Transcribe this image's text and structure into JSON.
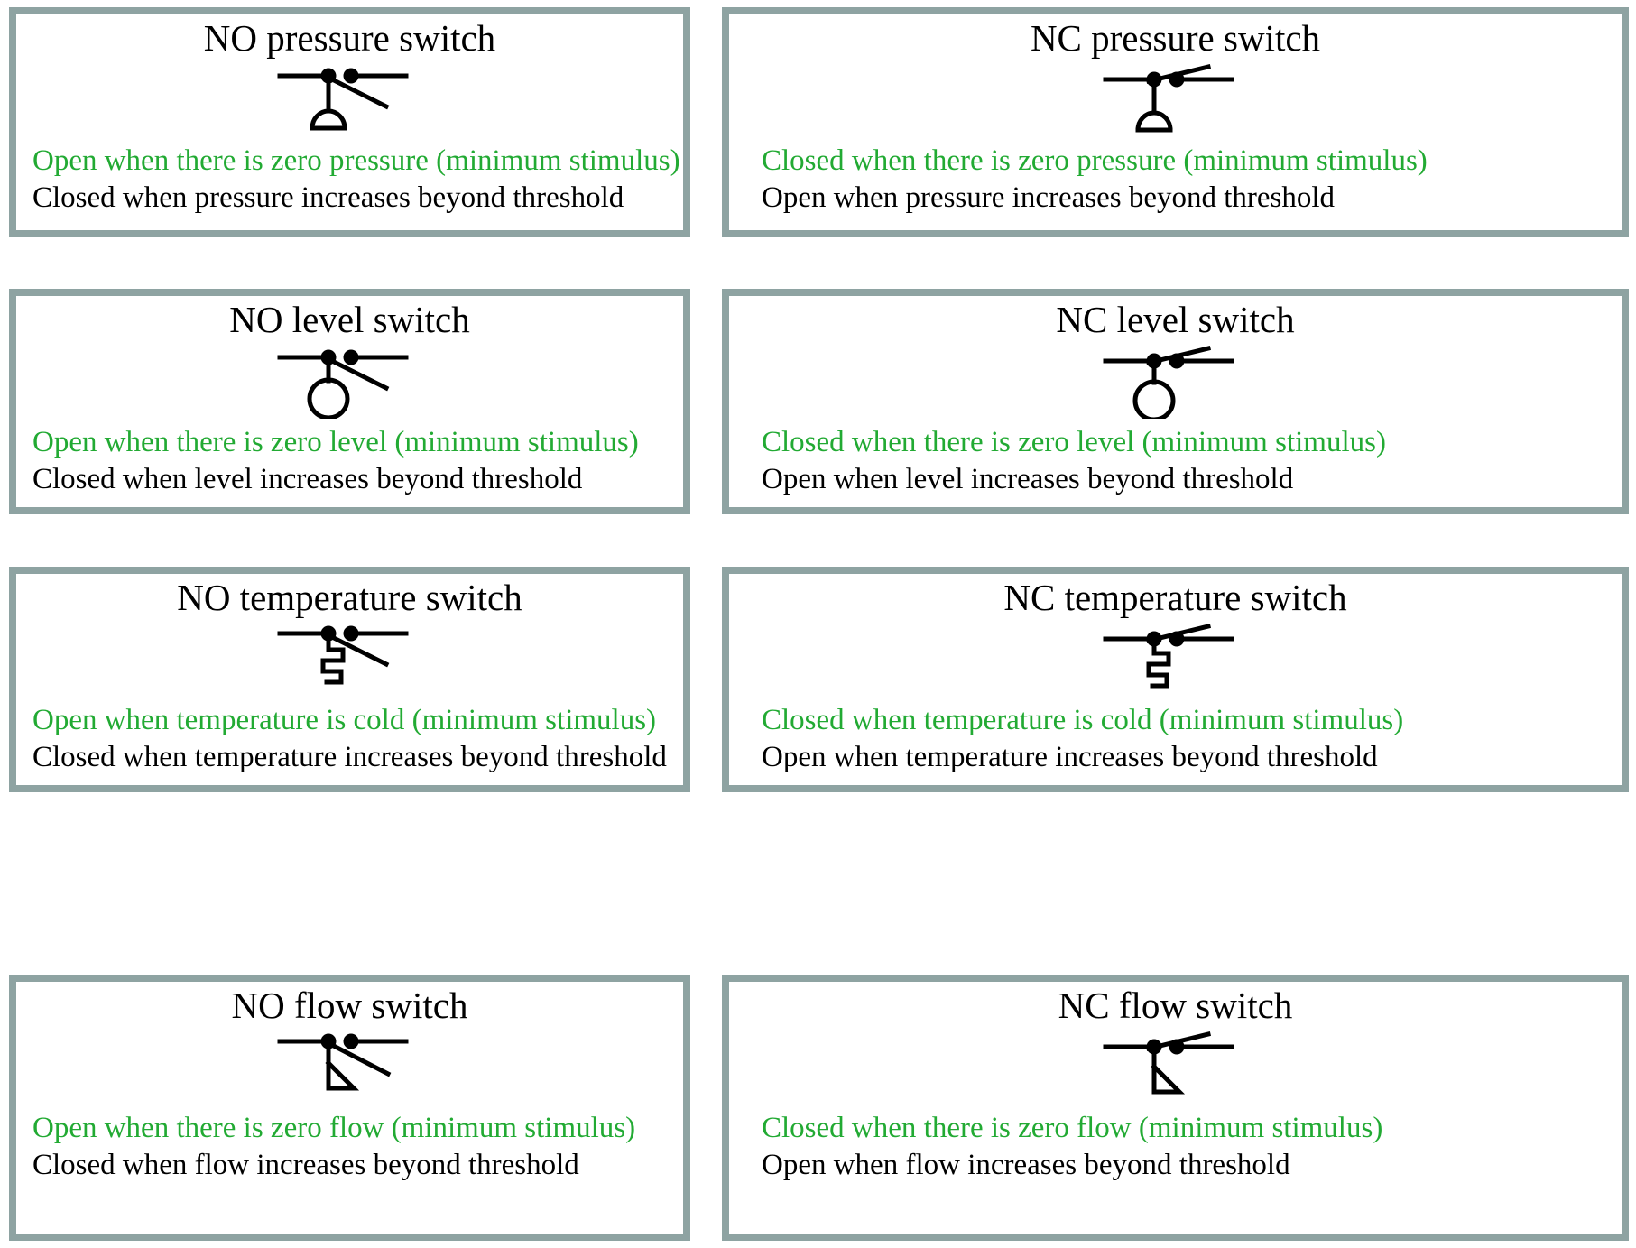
{
  "meta": {
    "figure_type": "process-switch-symbol-reference",
    "border_color": "#8ea3a2",
    "accent_color": "#22aa33",
    "text_color": "#000000"
  },
  "panels": [
    {
      "id": "no-pressure-switch",
      "title": "NO pressure switch",
      "contact_state": "NO",
      "actuator": "pressure-diaphragm-icon",
      "zero_line": "Open when there is zero pressure (minimum stimulus)",
      "threshold_line": "Closed when pressure increases beyond threshold"
    },
    {
      "id": "nc-pressure-switch",
      "title": "NC pressure switch",
      "contact_state": "NC",
      "actuator": "pressure-diaphragm-icon",
      "zero_line": "Closed when there is zero pressure (minimum stimulus)",
      "threshold_line": "Open when pressure increases beyond threshold"
    },
    {
      "id": "no-level-switch",
      "title": "NO level switch",
      "contact_state": "NO",
      "actuator": "level-float-icon",
      "zero_line": "Open when there is zero level (minimum stimulus)",
      "threshold_line": "Closed when level increases beyond threshold"
    },
    {
      "id": "nc-level-switch",
      "title": "NC level switch",
      "contact_state": "NC",
      "actuator": "level-float-icon",
      "zero_line": "Closed when there is zero level (minimum stimulus)",
      "threshold_line": "Open when level increases beyond threshold"
    },
    {
      "id": "no-temperature-switch",
      "title": "NO temperature switch",
      "contact_state": "NO",
      "actuator": "temperature-bimetal-icon",
      "zero_line": "Open when temperature is cold (minimum stimulus)",
      "threshold_line": "Closed when temperature increases beyond threshold"
    },
    {
      "id": "nc-temperature-switch",
      "title": "NC temperature switch",
      "contact_state": "NC",
      "actuator": "temperature-bimetal-icon",
      "zero_line": "Closed when temperature is cold (minimum stimulus)",
      "threshold_line": "Open when temperature increases beyond threshold"
    },
    {
      "id": "no-flow-switch",
      "title": "NO flow switch",
      "contact_state": "NO",
      "actuator": "flow-paddle-icon",
      "zero_line": "Open when there is zero flow (minimum stimulus)",
      "threshold_line": "Closed when flow increases beyond threshold"
    },
    {
      "id": "nc-flow-switch",
      "title": "NC flow switch",
      "contact_state": "NC",
      "actuator": "flow-paddle-icon",
      "zero_line": "Closed when there is zero flow (minimum stimulus)",
      "threshold_line": "Open when flow increases beyond threshold"
    }
  ]
}
